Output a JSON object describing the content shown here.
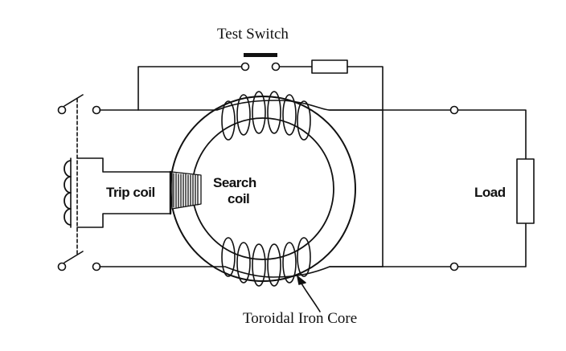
{
  "diagram": {
    "labels": {
      "test_switch": "Test Switch",
      "trip_coil": "Trip coil",
      "search_coil_line1": "Search",
      "search_coil_line2": "coil",
      "load": "Load",
      "core": "Toroidal Iron Core"
    },
    "colors": {
      "line": "#111111",
      "background": "#ffffff"
    }
  }
}
